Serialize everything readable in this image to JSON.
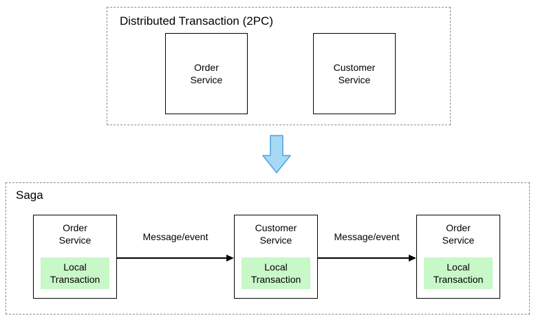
{
  "top_section": {
    "title": "Distributed Transaction (2PC)",
    "boxes": [
      {
        "label": "Order\nService"
      },
      {
        "label": "Customer\nService"
      }
    ]
  },
  "bottom_section": {
    "title": "Saga",
    "boxes": [
      {
        "label": "Order\nService",
        "local": "Local\nTransaction"
      },
      {
        "label": "Customer\nService",
        "local": "Local\nTransaction"
      },
      {
        "label": "Order\nService",
        "local": "Local\nTransaction"
      }
    ],
    "arrows": [
      {
        "label": "Message/event"
      },
      {
        "label": "Message/event"
      }
    ]
  },
  "colors": {
    "local_transaction_bg": "#c8f7c8",
    "down_arrow_fill": "#a6d9f5",
    "down_arrow_stroke": "#4aa3df"
  }
}
